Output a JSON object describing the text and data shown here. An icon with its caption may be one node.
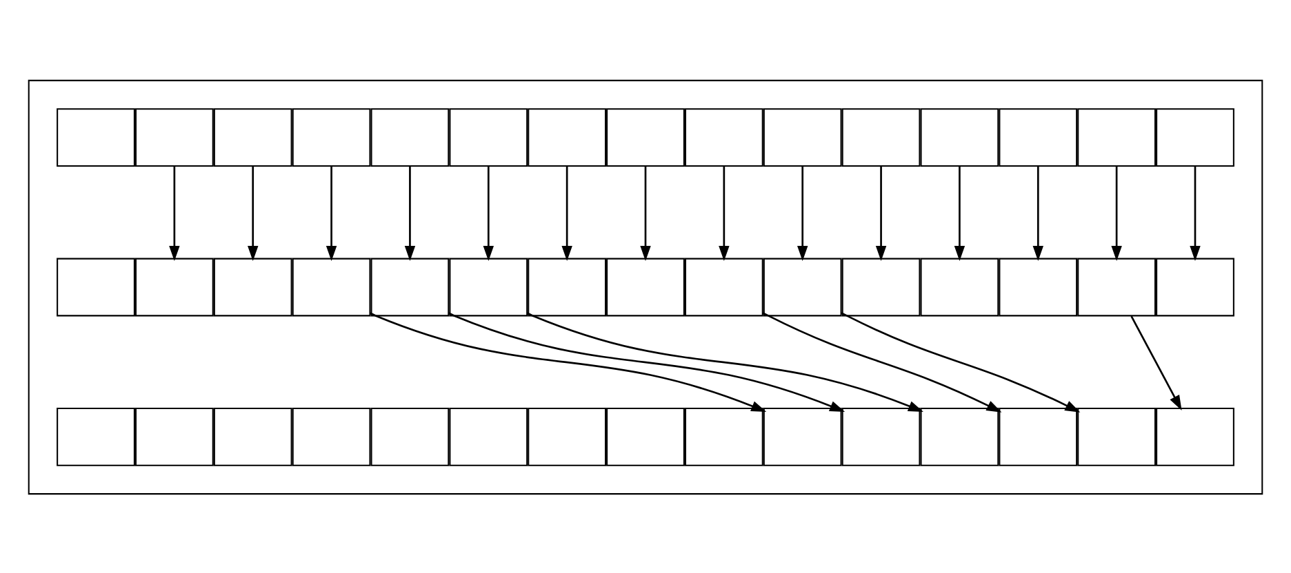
{
  "diagram": {
    "nodes": [
      {
        "text": [],
        "shape": "box"
      },
      {
        "text": [],
        "shape": "box",
        "in": 0
      },
      {
        "text": [],
        "shape": "box",
        "in": 0
      },
      {
        "text": [],
        "shape": "box",
        "in": 0
      },
      {
        "text": [],
        "shape": "box",
        "in": 0
      },
      {
        "text": [],
        "shape": "box",
        "in": 0
      },
      {
        "text": [],
        "shape": "box",
        "in": 0
      },
      {
        "text": [],
        "shape": "box",
        "in": 0
      },
      {
        "text": [],
        "shape": "box",
        "in": 0
      },
      {
        "text": [],
        "shape": "box",
        "in": 0
      },
      {
        "text": [],
        "shape": "box",
        "in": 0
      },
      {
        "text": [],
        "shape": "box",
        "in": 0
      },
      {
        "text": [],
        "shape": "box",
        "in": 0
      },
      {
        "text": [],
        "shape": "box",
        "in": 0
      },
      {
        "text": [],
        "shape": "box",
        "in": 0
      },
      {
        "text": [],
        "shape": "box",
        "in": 0
      },
      {
        "text": [],
        "shape": "box",
        "in": 0
      },
      {
        "text": [],
        "shape": "box",
        "in": 0
      },
      {
        "text": [],
        "shape": "box",
        "in": 0
      },
      {
        "text": [],
        "shape": "box",
        "in": 0
      },
      {
        "text": [],
        "shape": "box",
        "in": 0
      },
      {
        "text": [],
        "shape": "box",
        "in": 0
      },
      {
        "text": [],
        "shape": "box",
        "in": 0
      },
      {
        "text": [],
        "shape": "box",
        "in": 0
      },
      {
        "text": [],
        "shape": "box",
        "in": 0
      },
      {
        "text": [],
        "shape": "box",
        "in": 0
      },
      {
        "text": [],
        "shape": "box",
        "in": 0
      },
      {
        "text": [],
        "shape": "box",
        "in": 0
      },
      {
        "text": [],
        "shape": "box",
        "in": 0
      },
      {
        "text": [],
        "shape": "box",
        "in": 0
      },
      {
        "text": [],
        "shape": "box",
        "in": 0
      },
      {
        "text": [],
        "shape": "box",
        "in": 0
      },
      {
        "text": [],
        "shape": "box",
        "in": 0
      },
      {
        "text": [],
        "shape": "box",
        "in": 0
      },
      {
        "text": [],
        "shape": "box",
        "in": 0
      },
      {
        "text": [],
        "shape": "box",
        "in": 0
      },
      {
        "text": [],
        "shape": "box",
        "in": 0
      },
      {
        "text": [],
        "shape": "box",
        "in": 0
      },
      {
        "text": [],
        "shape": "box",
        "in": 0
      },
      {
        "text": [],
        "shape": "box",
        "in": 0
      },
      {
        "text": [],
        "shape": "box",
        "in": 0
      },
      {
        "text": [],
        "shape": "box",
        "in": 0
      },
      {
        "text": [],
        "shape": "box",
        "in": 0
      },
      {
        "text": [],
        "shape": "box",
        "in": 0
      },
      {
        "text": [],
        "shape": "box",
        "in": 0
      },
      {
        "text": [],
        "shape": "box",
        "in": 0
      }
    ],
    "edges": [
      {
        "from": 2,
        "to": 17,
        "arrow": "to"
      },
      {
        "from": 3,
        "to": 18,
        "arrow": "to"
      },
      {
        "from": 4,
        "to": 19,
        "arrow": "to"
      },
      {
        "from": 5,
        "to": 20,
        "arrow": "to"
      },
      {
        "from": 6,
        "to": 21,
        "arrow": "to"
      },
      {
        "from": 7,
        "to": 22,
        "arrow": "to"
      },
      {
        "from": 8,
        "to": 23,
        "arrow": "to"
      },
      {
        "from": 9,
        "to": 24,
        "arrow": "to"
      },
      {
        "from": 10,
        "to": 25,
        "arrow": "to"
      },
      {
        "from": 11,
        "to": 26,
        "arrow": "to"
      },
      {
        "from": 12,
        "to": 27,
        "arrow": "to"
      },
      {
        "from": 13,
        "to": 28,
        "arrow": "to"
      },
      {
        "from": 14,
        "to": 29,
        "arrow": "to"
      },
      {
        "from": 15,
        "to": 30,
        "arrow": "to"
      },
      {
        "from": 19,
        "to": 40,
        "arrow": "to"
      },
      {
        "from": 20,
        "to": 41,
        "arrow": "to"
      },
      {
        "from": 21,
        "to": 42,
        "arrow": "to"
      },
      {
        "from": 24,
        "to": 43,
        "arrow": "to"
      },
      {
        "from": 25,
        "to": 44,
        "arrow": "to"
      },
      {
        "from": 29,
        "to": 45,
        "arrow": "to"
      }
    ]
  }
}
